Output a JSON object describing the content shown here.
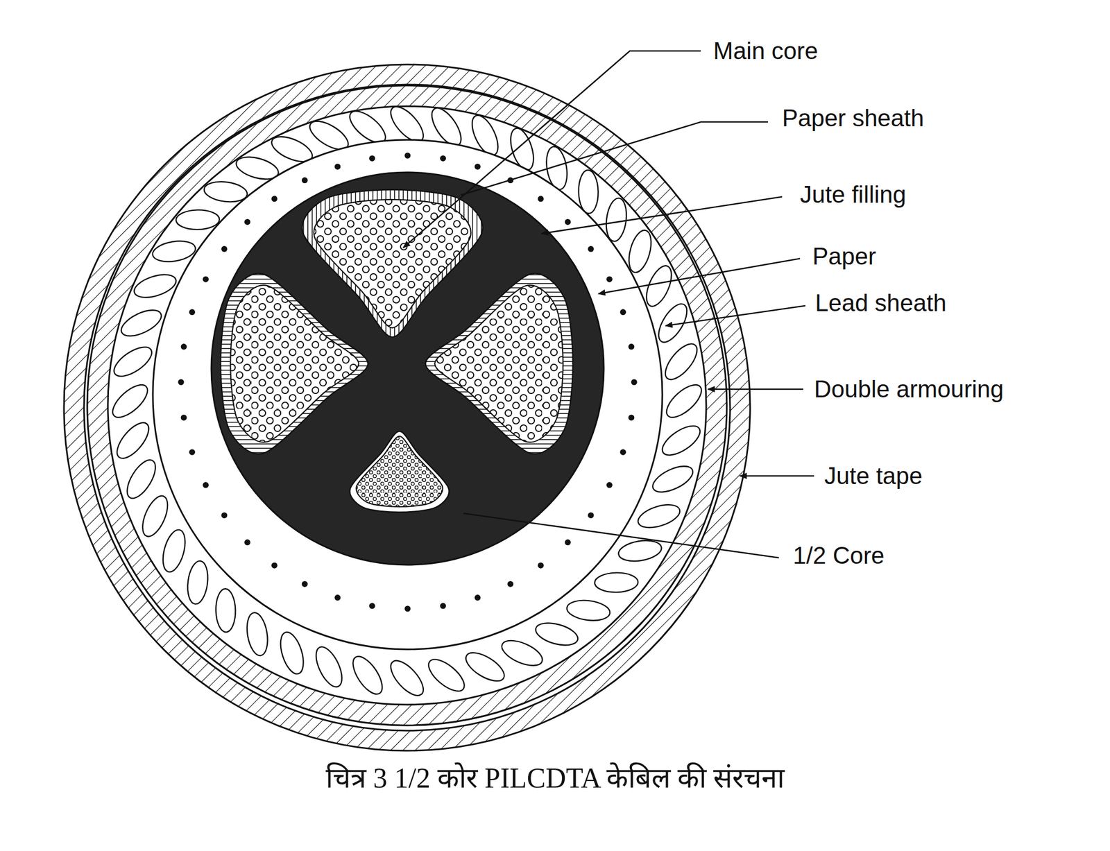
{
  "diagram": {
    "caption": "चित्र 3 1/2 कोर PILCDTA केबिल की संरचना",
    "labels": [
      "Main core",
      "Paper sheath",
      "Jute filling",
      "Paper",
      "Lead sheath",
      "Double armouring",
      "Jute tape",
      "1/2 Core"
    ]
  }
}
